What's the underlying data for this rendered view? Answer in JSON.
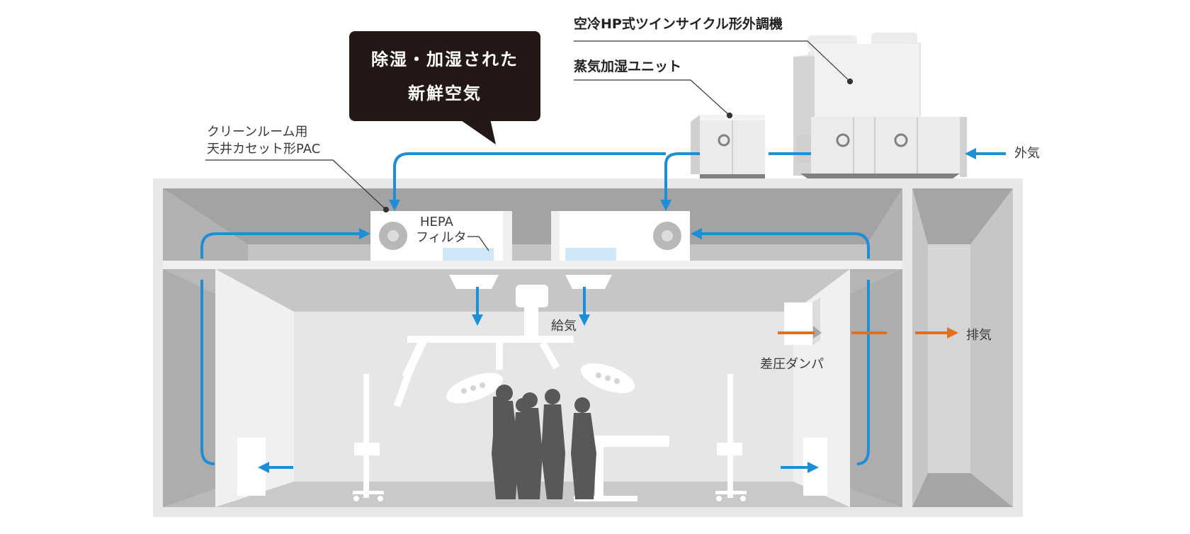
{
  "callout": {
    "line1": "除湿・加湿された",
    "line2": "新鮮空気"
  },
  "labels": {
    "outdoor_ac": "空冷HP式ツインサイクル形外調機",
    "steam_humidifier": "蒸気加湿ユニット",
    "cleanroom_pac_line1": "クリーンルーム用",
    "cleanroom_pac_line2": "天井カセット形PAC",
    "hepa_line1": "HEPA",
    "hepa_line2": "フィルタ",
    "outside_air": "外気",
    "supply_air": "給気",
    "exhaust": "排気",
    "pressure_damper": "差圧ダンパ"
  },
  "colors": {
    "airflow_blue": "#1e8fd6",
    "exhaust_orange": "#e0701e",
    "callout_bg": "#231815",
    "building_frame": "#e8e8e8",
    "wall_gray": "#a8a8aa",
    "room_light": "#e0e0e2",
    "silhouette": "#585858",
    "filter_blue": "#cfe7f7"
  },
  "icons": [
    "fan-icon",
    "hepa-filter-icon",
    "surgical-light-icon",
    "surgeon-silhouette-icon",
    "iv-stand-icon",
    "damper-icon"
  ]
}
